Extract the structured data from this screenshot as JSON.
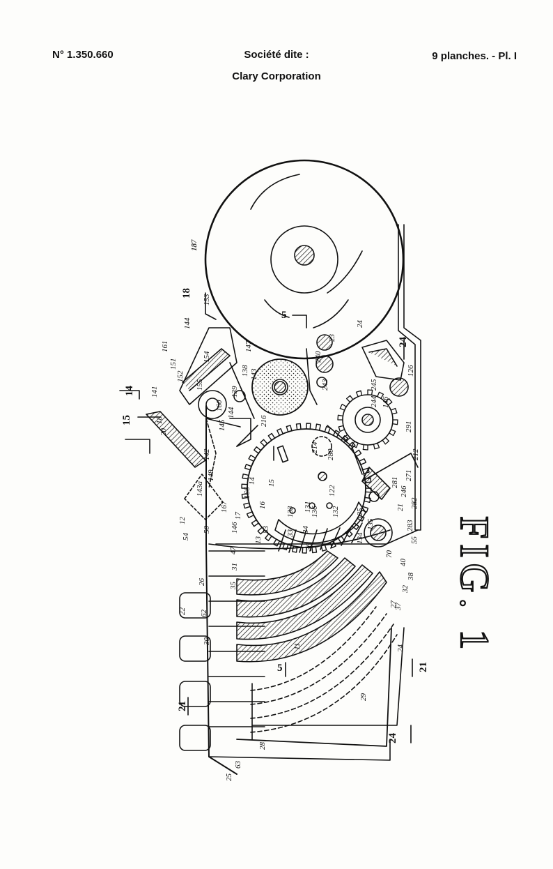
{
  "header": {
    "patent_number": "N° 1.350.660",
    "company_title": "Société dite :",
    "company_name": "Clary Corporation",
    "plate_info": "9 planches. - Pl. I"
  },
  "figure": {
    "label": "FIG. 1",
    "section_marks": [
      "5",
      "18",
      "14",
      "15",
      "24",
      "21",
      "21",
      "24",
      "5"
    ],
    "reference_numerals": [
      "137",
      "153",
      "144",
      "161",
      "151",
      "152",
      "154",
      "147",
      "138",
      "143",
      "23",
      "24",
      "126",
      "144",
      "155",
      "160",
      "139",
      "145",
      "146",
      "245",
      "244",
      "216",
      "240",
      "243",
      "20",
      "18",
      "141",
      "142",
      "149",
      "291",
      "212",
      "271",
      "246",
      "21",
      "280",
      "281",
      "282",
      "283",
      "125",
      "214",
      "122",
      "131",
      "133",
      "132",
      "136",
      "134",
      "135",
      "16",
      "14",
      "15",
      "12",
      "17",
      "143a",
      "166",
      "167",
      "146",
      "13",
      "33",
      "34",
      "36",
      "53",
      "54",
      "50",
      "47",
      "55",
      "70",
      "40",
      "38",
      "31",
      "35",
      "37",
      "32",
      "27",
      "26",
      "62",
      "22",
      "11",
      "30",
      "29",
      "24",
      "28",
      "63",
      "25",
      "18"
    ]
  }
}
